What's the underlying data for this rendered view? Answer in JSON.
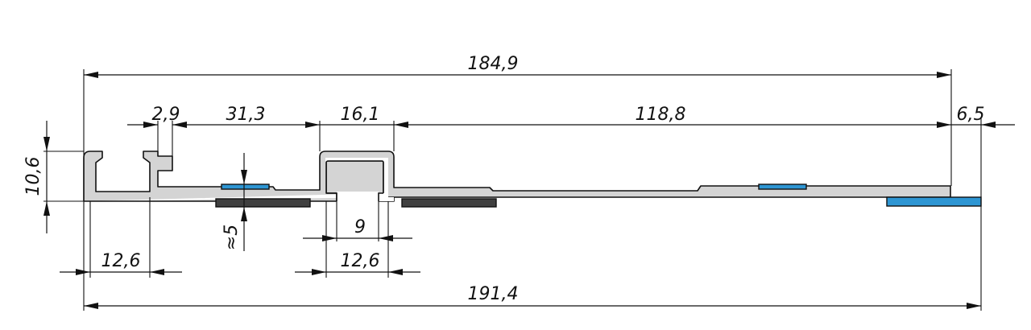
{
  "dimensions": {
    "overall_top": "184,9",
    "lip": "2,9",
    "span_a": "31,3",
    "channel": "16,1",
    "span_b": "118,8",
    "end": "6,5",
    "height": "10,6",
    "tape_thickness": "≈5",
    "slot_inner": "9",
    "slot_outer": "12,6",
    "left_slot": "12,6",
    "overall_bottom": "191,4"
  },
  "colors": {
    "profile_fill": "#d4d4d4",
    "tape_dark": "#404040",
    "tape_blue": "#2e96d3",
    "line": "#111111"
  }
}
